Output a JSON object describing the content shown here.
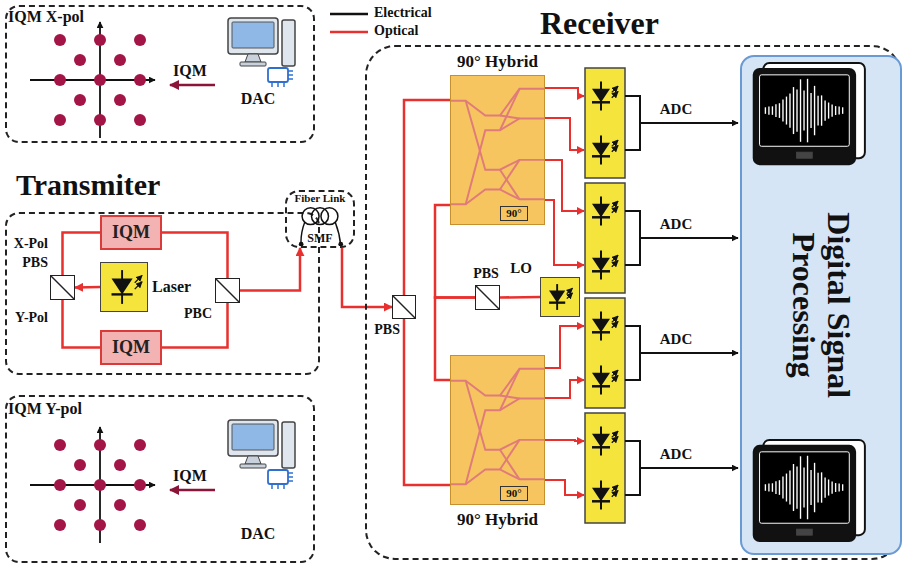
{
  "diagram": {
    "nodes": [
      {
        "text": [
          "IQM X-pol",
          "IQM",
          "DAC"
        ]
      },
      {
        "text": [
          "Transmiter"
        ]
      },
      {
        "text": [
          "IQM"
        ],
        "in": 1
      },
      {
        "text": [
          "IQM"
        ],
        "in": 1
      },
      {
        "text": [
          "Laser"
        ],
        "in": 1
      },
      {
        "text": [
          "PBS"
        ],
        "in": 1
      },
      {
        "text": [
          "PBC"
        ],
        "in": 1
      },
      {
        "text": [
          "Fiber Link",
          "SMF"
        ]
      },
      {
        "text": [
          "IQM Y-pol",
          "IQM",
          "DAC"
        ]
      },
      {
        "text": [
          "Receiver"
        ]
      },
      {
        "text": [
          "PBS"
        ],
        "in": 9
      },
      {
        "text": [
          "90° Hybrid",
          "90°"
        ],
        "in": 9
      },
      {
        "text": [
          "LO"
        ],
        "in": 9
      },
      {
        "text": [
          "PBS"
        ],
        "in": 9
      },
      {
        "text": [
          "90° Hybrid",
          "90°"
        ],
        "in": 9
      },
      {
        "text": [
          "Digital Signal Processing"
        ],
        "in": 9
      }
    ],
    "edges": [
      {
        "from": 4,
        "to": 5,
        "arrow": "to"
      },
      {
        "from": 5,
        "to": 2,
        "arrow": "none"
      },
      {
        "from": 5,
        "to": 3,
        "arrow": "none"
      },
      {
        "from": 2,
        "to": 6,
        "arrow": "none"
      },
      {
        "from": 3,
        "to": 6,
        "arrow": "none"
      },
      {
        "from": 6,
        "to": 7,
        "arrow": "to"
      },
      {
        "from": 7,
        "to": 10,
        "arrow": "to"
      },
      {
        "from": 10,
        "to": 11,
        "arrow": "none"
      },
      {
        "from": 10,
        "to": 14,
        "arrow": "none"
      },
      {
        "from": 12,
        "to": 13,
        "arrow": "none"
      },
      {
        "from": 13,
        "to": 11,
        "arrow": "none"
      },
      {
        "from": 13,
        "to": 14,
        "arrow": "none"
      }
    ],
    "labels": [
      "X-Pol",
      "Y-Pol",
      "ADC",
      "ADC",
      "ADC",
      "ADC"
    ],
    "legend": [
      {
        "text": "Electrical"
      },
      {
        "text": "Optical"
      }
    ]
  }
}
